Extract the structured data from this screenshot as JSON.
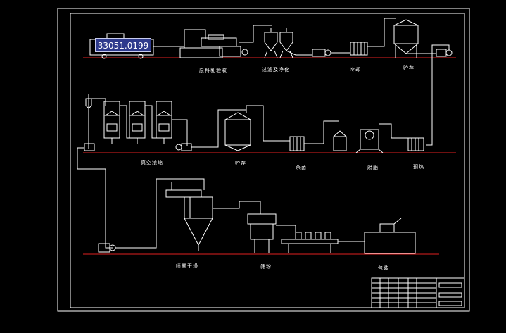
{
  "coordinate_readout": "33051.0199",
  "labels": {
    "milk_receiving": "原料乳验收",
    "filter_purify": "过滤及净化",
    "cooling": "冷却",
    "storage_1": "贮存",
    "vacuum_concentration": "真空浓缩",
    "storage_2": "贮存",
    "sterilization": "杀菌",
    "deaeration": "脱脂",
    "standardization": "预热",
    "spray_drying": "喷雾干燥",
    "sieving": "筛粉",
    "packaging": "包装"
  },
  "colors": {
    "line": "#ffffff",
    "floor": "#e02020",
    "background": "#000000",
    "tooltip_bg": "#2e3a8c"
  }
}
